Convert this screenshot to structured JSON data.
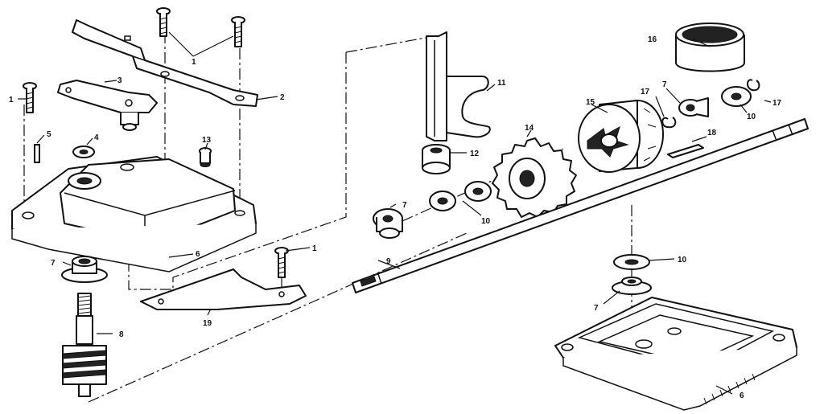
{
  "callouts": {
    "c1a": "1",
    "c1b": "1",
    "c1c": "1",
    "c2": "2",
    "c3": "3",
    "c4": "4",
    "c5": "5",
    "c6a": "6",
    "c6b": "6",
    "c7a": "7",
    "c7b": "7",
    "c7c": "7",
    "c7d": "7",
    "c8": "8",
    "c9": "9",
    "c10a": "10",
    "c10b": "10",
    "c10c": "10",
    "c11": "11",
    "c12": "12",
    "c13": "13",
    "c14": "14",
    "c15": "15",
    "c16": "16",
    "c17a": "17",
    "c17b": "17",
    "c18": "18",
    "c19": "19"
  }
}
